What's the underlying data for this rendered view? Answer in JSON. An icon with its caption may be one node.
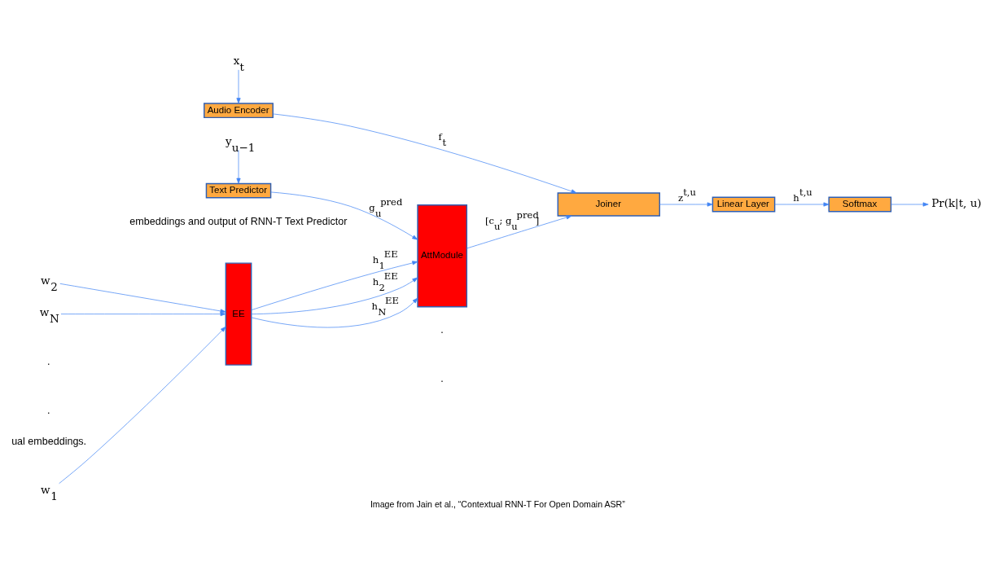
{
  "diagram": {
    "caption": "Image from Jain et al., “Contextual RNN-T For Open Domain ASR”",
    "nodes": [
      {
        "text": [
          "w$_{1}$"
        ]
      },
      {
        "text": [
          "w$_{2}$"
        ]
      },
      {
        "text": [
          "w$_{N}$"
        ]
      },
      {
        "text": [
          "EE"
        ]
      },
      {
        "text": [
          "AttModule"
        ]
      },
      {
        "text": [
          "Joiner"
        ]
      },
      {
        "text": [
          "Text Predictor"
        ]
      },
      {
        "text": [
          "Audio Encoder"
        ]
      },
      {
        "text": [
          "Linear Layer"
        ]
      },
      {
        "text": [
          "Softmax"
        ]
      },
      {
        "text": [
          "Pr(k|t, u)"
        ]
      },
      {
        "text": [
          "y$_{u−1}$"
        ]
      },
      {
        "text": [
          "x$_{t}$"
        ]
      }
    ],
    "edges": [
      {
        "from": 0,
        "to": 3,
        "arrow": "to"
      },
      {
        "from": 1,
        "to": 3,
        "arrow": "to"
      },
      {
        "from": 2,
        "to": 3,
        "arrow": "to"
      },
      {
        "from": 3,
        "to": 4,
        "arrow": "to",
        "label": "h$_{1}$$^{EE}$"
      },
      {
        "from": 3,
        "to": 4,
        "arrow": "to",
        "label": "h$_{2}$$^{EE}$"
      },
      {
        "from": 3,
        "to": 4,
        "arrow": "to",
        "label": "h$_{N}$$^{EE}$"
      },
      {
        "from": 4,
        "to": 5,
        "arrow": "to",
        "label": "[c$_{u}$; g$_{u}$$^{pred}$]"
      },
      {
        "from": 6,
        "to": 4,
        "arrow": "to",
        "label": "g$_{u}$$^{pred}$"
      },
      {
        "from": 7,
        "to": 5,
        "arrow": "to",
        "label": "f$_{t}$"
      },
      {
        "from": 5,
        "to": 8,
        "arrow": "to",
        "label": "z$^{t,u}$"
      },
      {
        "from": 8,
        "to": 9,
        "arrow": "to",
        "label": "h$^{t,u}$"
      },
      {
        "from": 9,
        "to": 10,
        "arrow": "to"
      },
      {
        "from": 11,
        "to": 6,
        "arrow": "to"
      },
      {
        "from": 12,
        "to": 7,
        "arrow": "to"
      }
    ],
    "labels": [
      "ual embeddings.",
      "embeddings and output of RNN-T Text Predictor",
      ".",
      ".",
      ".",
      "."
    ]
  }
}
